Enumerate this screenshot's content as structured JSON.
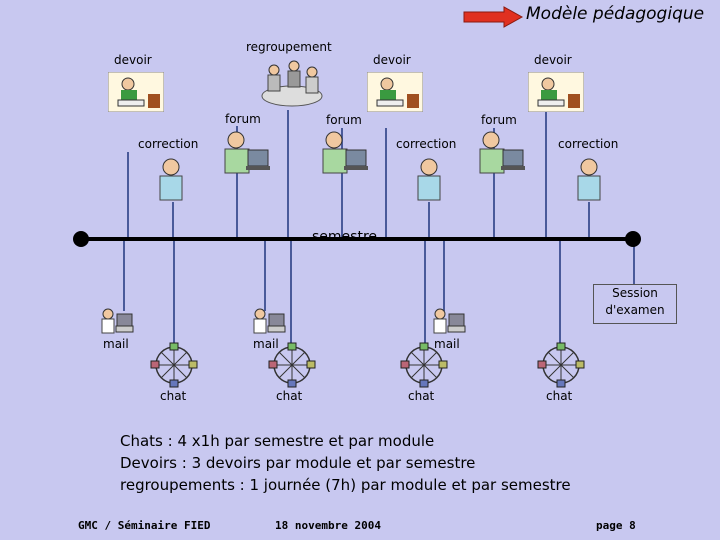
{
  "header": {
    "title": "Modèle pédagogique",
    "arrow_color": "#e03020"
  },
  "labels": {
    "regroupement": "regroupement",
    "devoir1": "devoir",
    "devoir2": "devoir",
    "devoir3": "devoir",
    "forum1": "forum",
    "forum2": "forum",
    "forum3": "forum",
    "correction1": "correction",
    "correction2": "correction",
    "correction3": "correction",
    "semestre": "semestre",
    "session_line1": "Session",
    "session_line2": "d'examen",
    "mail1": "mail",
    "mail2": "mail",
    "mail3": "mail",
    "chat1": "chat",
    "chat2": "chat",
    "chat3": "chat",
    "chat4": "chat"
  },
  "notes": [
    "Chats : 4 x1h par semestre et par module",
    "Devoirs : 3 devoirs par module et par semestre",
    "regroupements : 1 journée (7h) par module et par semestre"
  ],
  "footer": {
    "left": "GMC  / Séminaire FIED",
    "center": "18 novembre 2004",
    "right": "page  8"
  },
  "icons": [
    "student-reading-icon",
    "group-meeting-icon",
    "teacher-computer-icon",
    "teacher-icon",
    "computer-user-icon",
    "chat-network-icon",
    "arrow-icon"
  ]
}
